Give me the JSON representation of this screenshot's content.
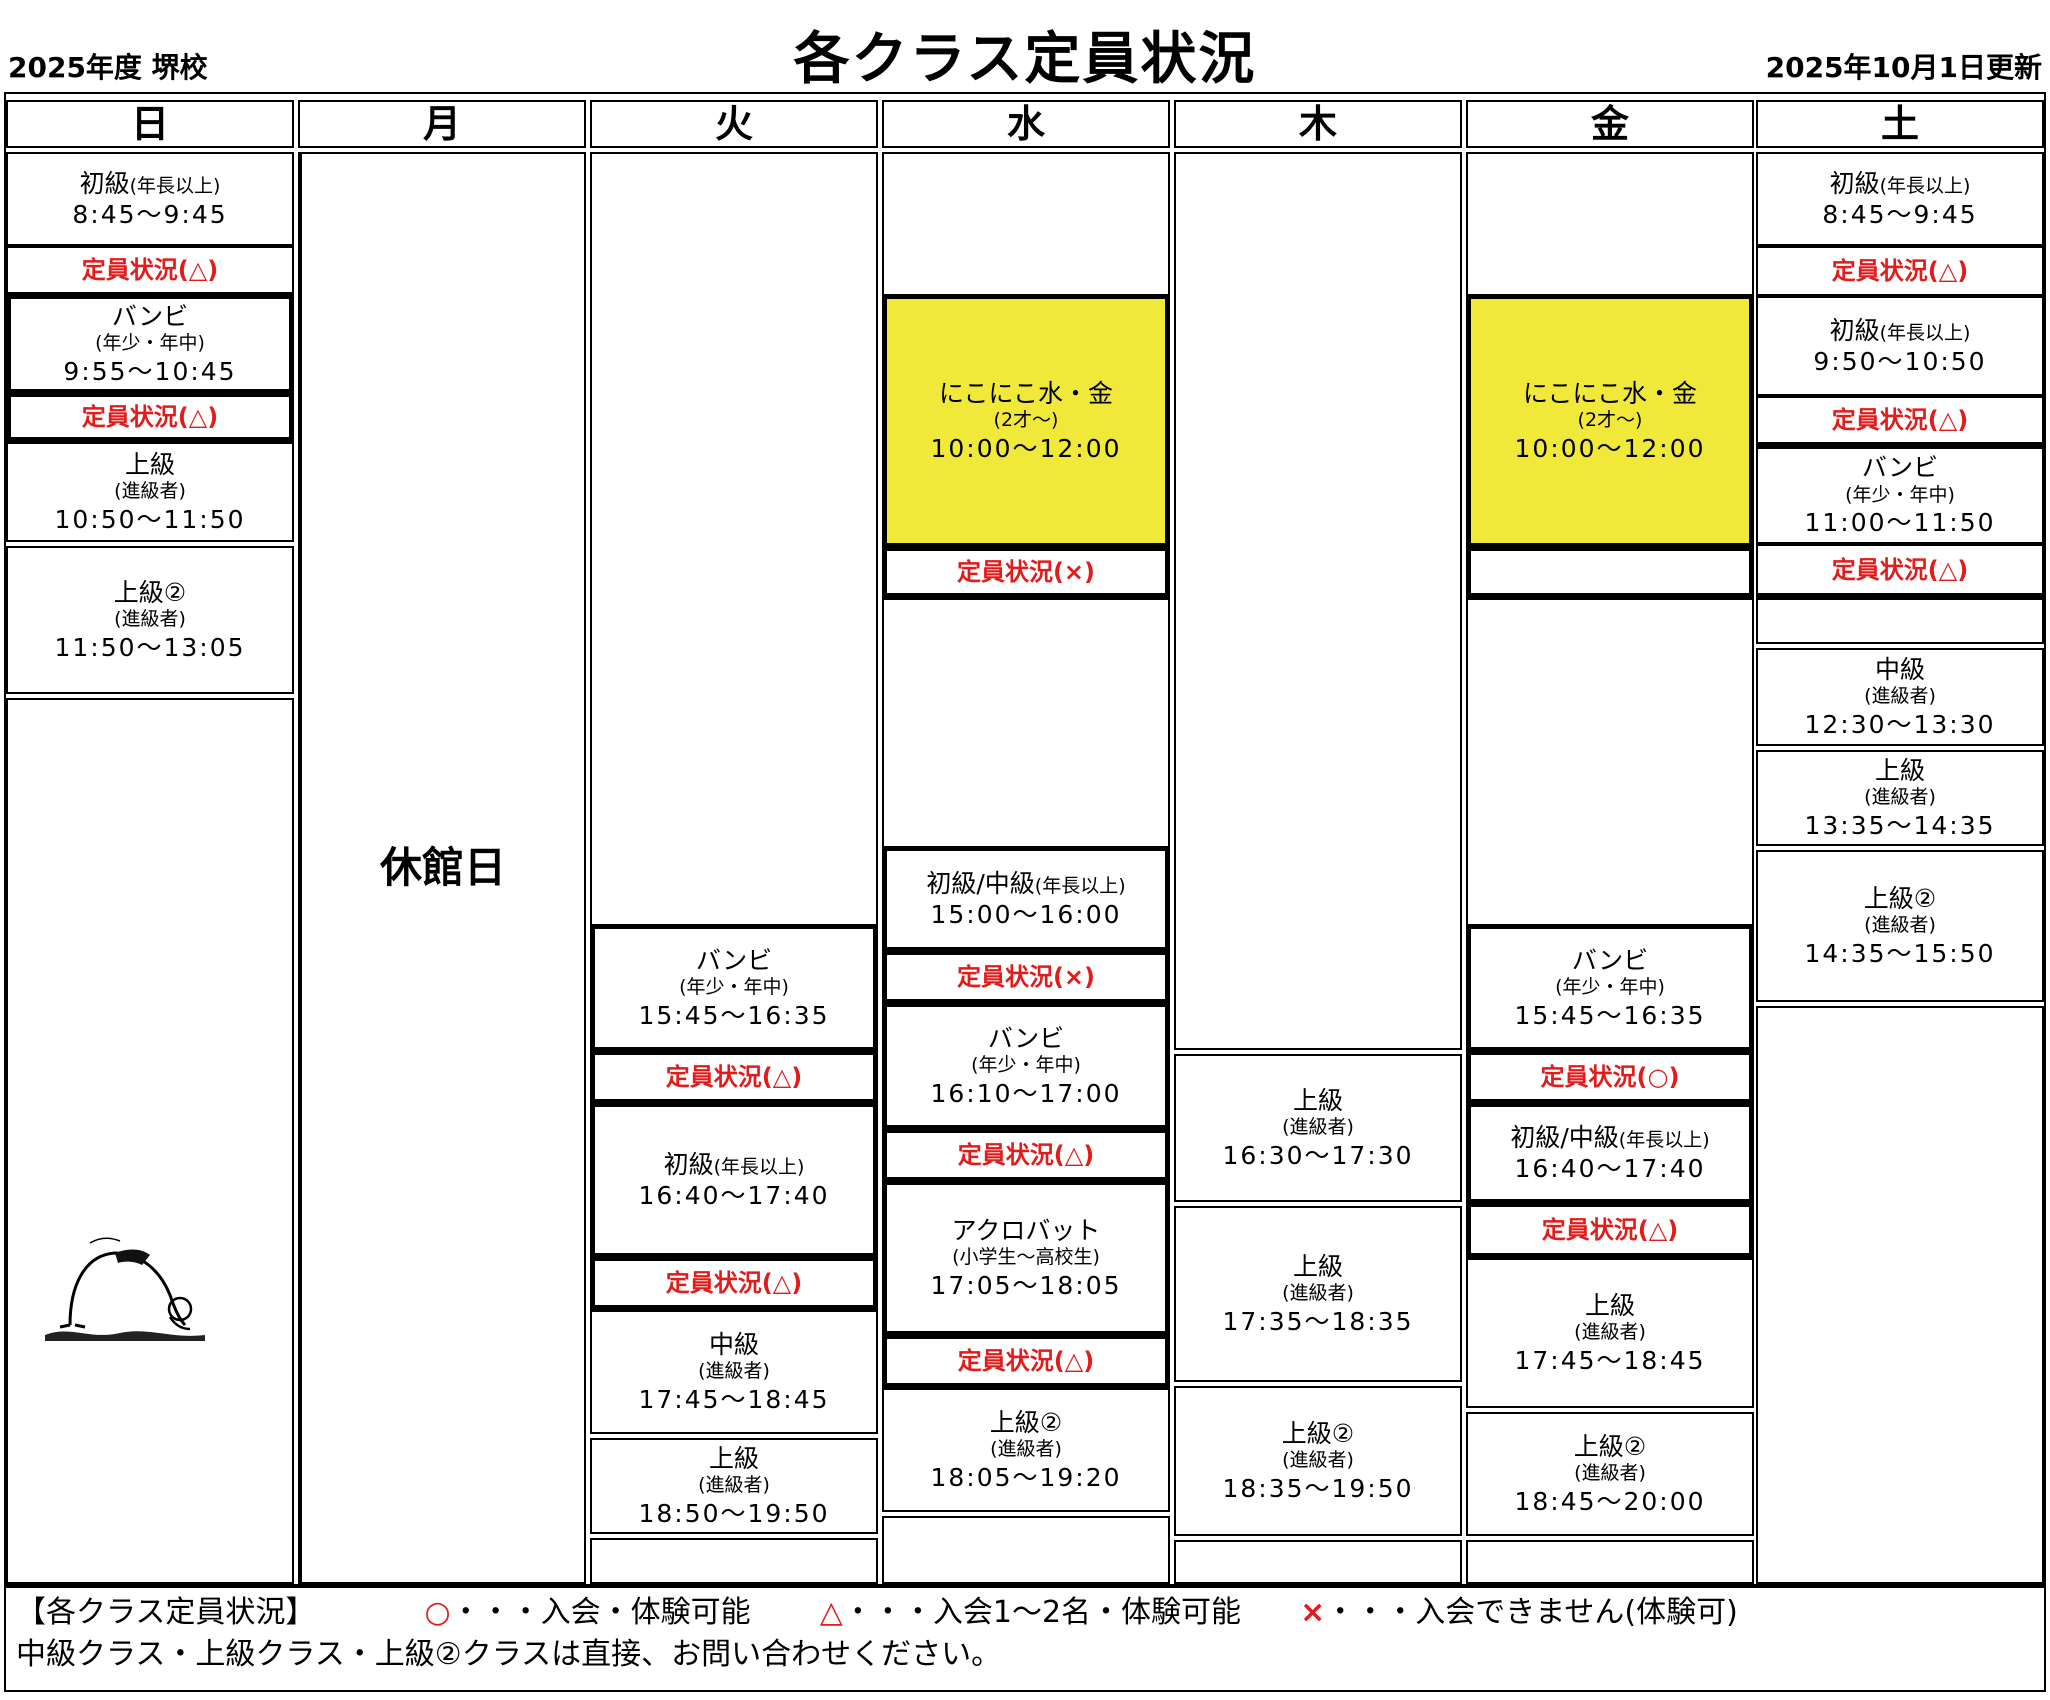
{
  "header": {
    "left": "2025年度 堺校",
    "title": "各クラス定員状況",
    "right": "2025年10月1日更新"
  },
  "days": [
    "日",
    "月",
    "火",
    "水",
    "木",
    "金",
    "土"
  ],
  "sunday": {
    "c1": {
      "name": "初級",
      "sub": "(年長以上)",
      "time": "8:45〜9:45"
    },
    "c1_status": "定員状況(△)",
    "c2": {
      "name": "バンビ",
      "sub": "(年少・年中)",
      "time": "9:55〜10:45"
    },
    "c2_status": "定員状況(△)",
    "c3": {
      "name": "上級",
      "sub": "(進級者)",
      "time": "10:50〜11:50"
    },
    "c4": {
      "name": "上級②",
      "sub": "(進級者)",
      "time": "11:50〜13:05"
    }
  },
  "monday": {
    "closed": "休館日"
  },
  "tuesday": {
    "c1": {
      "name": "バンビ",
      "sub": "(年少・年中)",
      "time": "15:45〜16:35"
    },
    "c1_status": "定員状況(△)",
    "c2": {
      "name": "初級",
      "sub": "(年長以上)",
      "time": "16:40〜17:40"
    },
    "c2_status": "定員状況(△)",
    "c3": {
      "name": "中級",
      "sub": "(進級者)",
      "time": "17:45〜18:45"
    },
    "c4": {
      "name": "上級",
      "sub": "(進級者)",
      "time": "18:50〜19:50"
    }
  },
  "wednesday": {
    "c1": {
      "name": "にこにこ水・金",
      "sub": "(2才〜)",
      "time": "10:00〜12:00"
    },
    "c1_status": "定員状況(×)",
    "c2": {
      "name": "初級/中級",
      "sub": "(年長以上)",
      "time": "15:00〜16:00"
    },
    "c2_status": "定員状況(×)",
    "c3": {
      "name": "バンビ",
      "sub": "(年少・年中)",
      "time": "16:10〜17:00"
    },
    "c3_status": "定員状況(△)",
    "c4": {
      "name": "アクロバット",
      "sub": "(小学生〜高校生)",
      "time": "17:05〜18:05"
    },
    "c4_status": "定員状況(△)",
    "c5": {
      "name": "上級②",
      "sub": "(進級者)",
      "time": "18:05〜19:20"
    }
  },
  "thursday": {
    "c1": {
      "name": "上級",
      "sub": "(進級者)",
      "time": "16:30〜17:30"
    },
    "c2": {
      "name": "上級",
      "sub": "(進級者)",
      "time": "17:35〜18:35"
    },
    "c3": {
      "name": "上級②",
      "sub": "(進級者)",
      "time": "18:35〜19:50"
    }
  },
  "friday": {
    "c1": {
      "name": "にこにこ水・金",
      "sub": "(2才〜)",
      "time": "10:00〜12:00"
    },
    "c2": {
      "name": "バンビ",
      "sub": "(年少・年中)",
      "time": "15:45〜16:35"
    },
    "c2_status": "定員状況(○)",
    "c3": {
      "name": "初級/中級",
      "sub": "(年長以上)",
      "time": "16:40〜17:40"
    },
    "c3_status": "定員状況(△)",
    "c4": {
      "name": "上級",
      "sub": "(進級者)",
      "time": "17:45〜18:45"
    },
    "c5": {
      "name": "上級②",
      "sub": "(進級者)",
      "time": "18:45〜20:00"
    }
  },
  "saturday": {
    "c1": {
      "name": "初級",
      "sub": "(年長以上)",
      "time": "8:45〜9:45"
    },
    "c1_status": "定員状況(△)",
    "c2": {
      "name": "初級",
      "sub": "(年長以上)",
      "time": "9:50〜10:50"
    },
    "c2_status": "定員状況(△)",
    "c3": {
      "name": "バンビ",
      "sub": "(年少・年中)",
      "time": "11:00〜11:50"
    },
    "c3_status": "定員状況(△)",
    "c4": {
      "name": "中級",
      "sub": "(進級者)",
      "time": "12:30〜13:30"
    },
    "c5": {
      "name": "上級",
      "sub": "(進級者)",
      "time": "13:35〜14:35"
    },
    "c6": {
      "name": "上級②",
      "sub": "(進級者)",
      "time": "14:35〜15:50"
    }
  },
  "legend": {
    "heading": "【各クラス定員状況】",
    "circle_mark": "○",
    "circle_text": "・・・入会・体験可能",
    "triangle_mark": "△",
    "triangle_text": "・・・入会1〜2名・体験可能",
    "cross_mark": "×",
    "cross_text": "・・・入会できません(体験可)",
    "note": "中級クラス・上級クラス・上級②クラスは直接、お問い合わせください。"
  },
  "colors": {
    "status_red": "#e21b1b",
    "highlight_yellow": "#f0e93a"
  },
  "illustration": "gymnast-bridge-icon"
}
